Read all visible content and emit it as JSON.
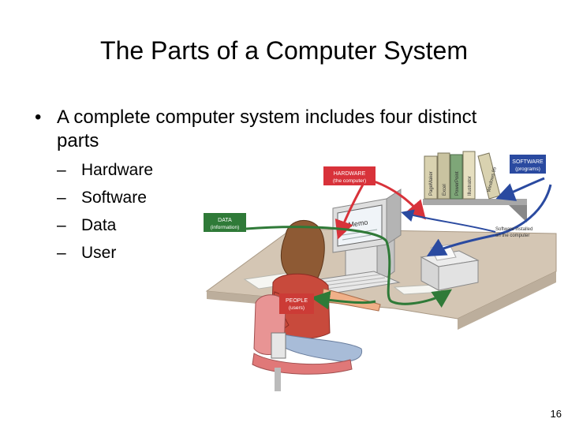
{
  "slide": {
    "title": "The Parts of a Computer System",
    "bullet": "A complete computer system includes four distinct parts",
    "bullet_marker": "•",
    "sub_marker": "–",
    "subitems": [
      "Hardware",
      "Software",
      "Data",
      "User"
    ],
    "page_number": "16"
  },
  "illustration": {
    "hardware_label": {
      "line1": "HARDWARE",
      "line2": "(the computer)"
    },
    "software_label": {
      "line1": "SOFTWARE",
      "line2": "(programs)"
    },
    "data_label": {
      "line1": "DATA",
      "line2": "(information)"
    },
    "people_label": {
      "line1": "PEOPLE",
      "line2": "(users)"
    },
    "software_installed_note": {
      "line1": "Software installed",
      "line2": "on the computer"
    },
    "monitor_text": "Memo",
    "book_titles": [
      "PageMaker",
      "Excel",
      "PowerPoint",
      "Illustrator",
      "Windows 95"
    ],
    "colors": {
      "hardware_red": "#d8323a",
      "software_blue": "#2a4aa0",
      "data_green": "#2f7a38",
      "people_red": "#cc3b36"
    }
  }
}
